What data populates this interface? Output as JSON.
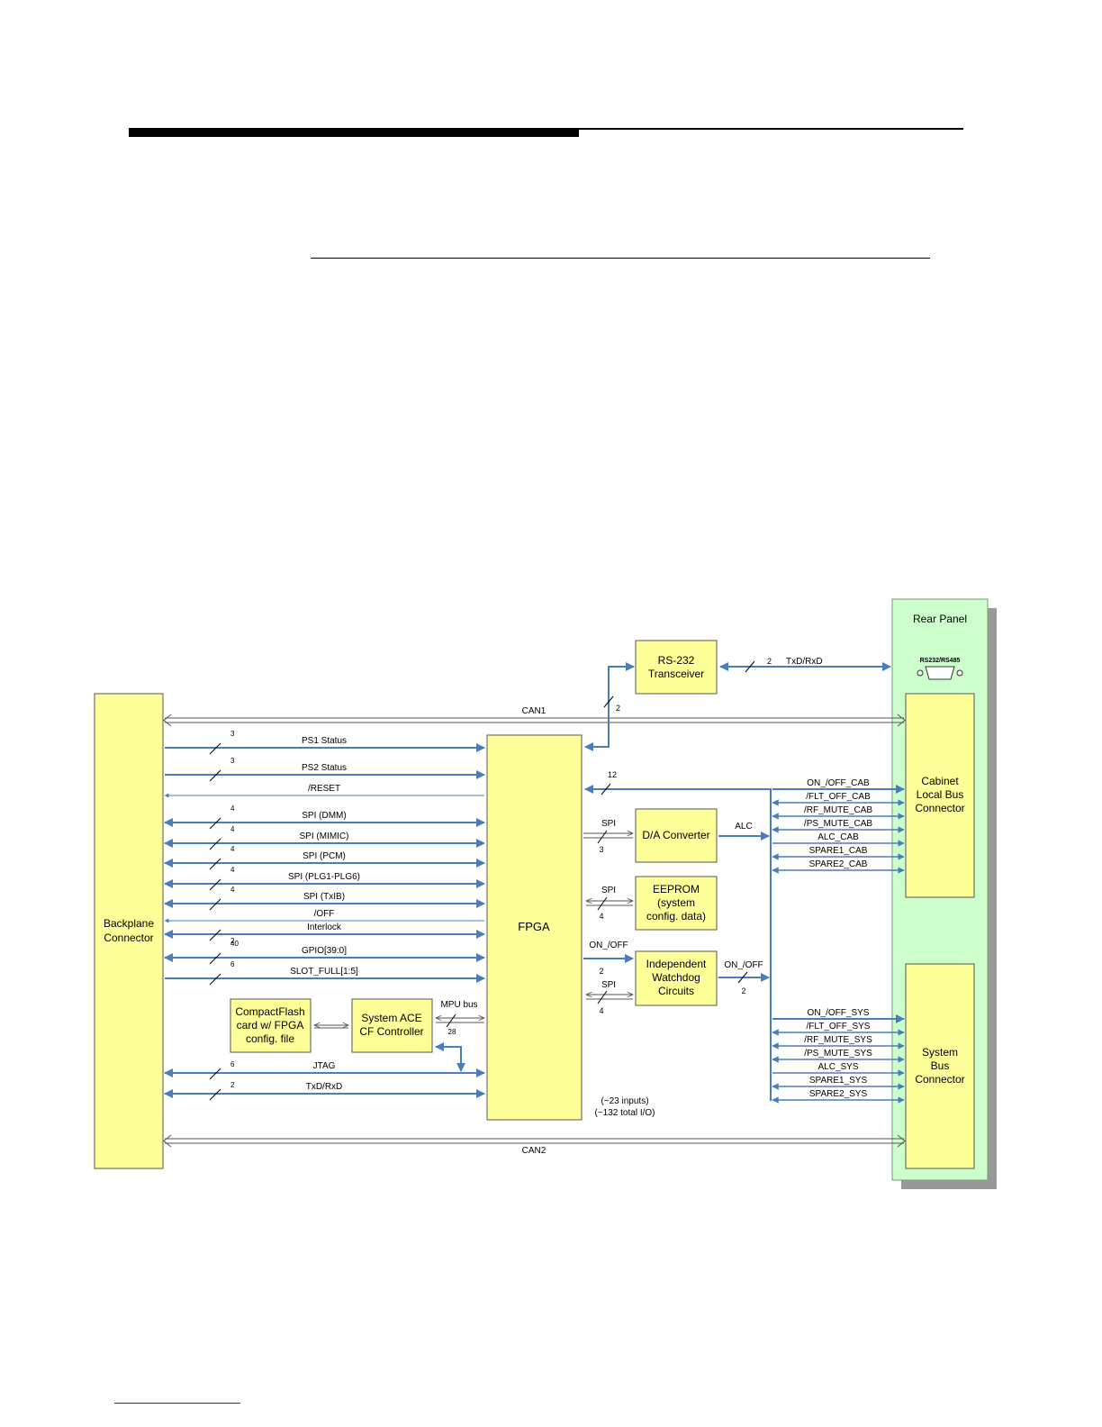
{
  "colors": {
    "block_fill": "#ffff99",
    "panel_fill": "#ccffcc",
    "signal_blue": "#4a7ebb"
  },
  "blocks": {
    "rear_panel": "Rear Panel",
    "rs232_connector": "RS232/RS485",
    "rs232_transceiver": [
      "RS-232",
      "Transceiver"
    ],
    "backplane": [
      "Backplane",
      "Connector"
    ],
    "fpga": "FPGA",
    "da_converter": "D/A Converter",
    "eeprom": [
      "EEPROM",
      "(system",
      "config. data)"
    ],
    "watchdog": [
      "Independent",
      "Watchdog",
      "Circuits"
    ],
    "compactflash": [
      "CompactFlash",
      "card w/ FPGA",
      "config. file"
    ],
    "system_ace": [
      "System ACE",
      "CF Controller"
    ],
    "cabinet_connector": [
      "Cabinet",
      "Local Bus",
      "Connector"
    ],
    "system_connector": [
      "System",
      "Bus",
      "Connector"
    ]
  },
  "signals": {
    "can1": "CAN1",
    "can2": "CAN2",
    "txrxd_top": "TxD/RxD",
    "txrxd_top_count": "2",
    "transceiver_fpga_count": "2",
    "left": [
      {
        "label": "PS1 Status",
        "count": "3"
      },
      {
        "label": "PS2 Status",
        "count": "3"
      },
      {
        "label": "/RESET",
        "count": ""
      },
      {
        "label": "SPI (DMM)",
        "count": "4"
      },
      {
        "label": "SPI (MIMIC)",
        "count": "4"
      },
      {
        "label": "SPI (PCM)",
        "count": "4"
      },
      {
        "label": "SPI (PLG1-PLG6)",
        "count": "4"
      },
      {
        "label": "SPI (TxIB)",
        "count": "4"
      },
      {
        "label": "/OFF",
        "count": ""
      },
      {
        "label": "Interlock",
        "count": "2"
      },
      {
        "label": "GPIO[39:0]",
        "count": "40"
      },
      {
        "label": "SLOT_FULL[1:5]",
        "count": "6"
      }
    ],
    "jtag": {
      "label": "JTAG",
      "count": "6"
    },
    "txrxd_bottom": {
      "label": "TxD/RxD",
      "count": "2"
    },
    "mpu_bus": "MPU bus",
    "mpu_bus_count": "28",
    "fpga_bus_count": "12",
    "spi_da": "SPI",
    "spi_da_count": "3",
    "alc": "ALC",
    "spi_eeprom": "SPI",
    "spi_eeprom_count": "4",
    "on_off_wd": "ON_/OFF",
    "on_off_wd_count": "2",
    "spi_wd": "SPI",
    "spi_wd_count": "4",
    "on_off_out": "ON_/OFF",
    "on_off_out_count": "2",
    "io_summary": [
      "(~23 inputs)",
      "(~132 total I/O)"
    ],
    "cab": [
      "ON_/OFF_CAB",
      "/FLT_OFF_CAB",
      "/RF_MUTE_CAB",
      "/PS_MUTE_CAB",
      "ALC_CAB",
      "SPARE1_CAB",
      "SPARE2_CAB"
    ],
    "sys": [
      "ON_/OFF_SYS",
      "/FLT_OFF_SYS",
      "/RF_MUTE_SYS",
      "/PS_MUTE_SYS",
      "ALC_SYS",
      "SPARE1_SYS",
      "SPARE2_SYS"
    ]
  }
}
